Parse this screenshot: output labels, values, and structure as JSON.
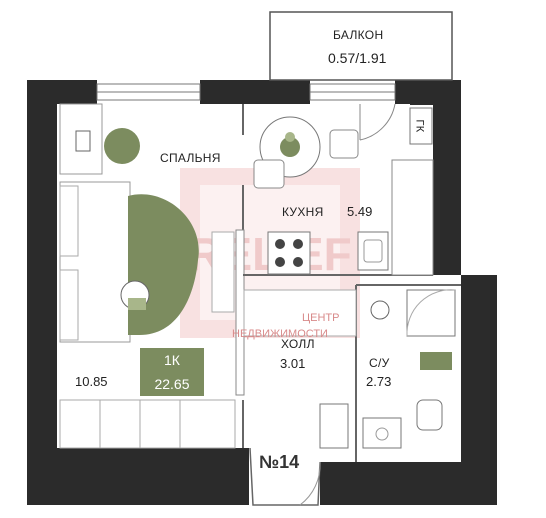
{
  "balcony": {
    "name": "БАЛКОН",
    "area": "0.57/1.91"
  },
  "rooms": {
    "bedroom": {
      "name": "СПАЛЬНЯ",
      "area": "10.85"
    },
    "kitchen": {
      "name": "КУХНЯ",
      "area": "5.49"
    },
    "hall": {
      "name": "ХОЛЛ",
      "area": "3.01"
    },
    "bathroom": {
      "name": "С/У",
      "area": "2.73"
    }
  },
  "fixtures": {
    "gas_boiler": "ГК"
  },
  "apartment": {
    "type": "1К",
    "total_area": "22.65",
    "number": "№14"
  },
  "watermark": {
    "logo": "RELIEF",
    "line1": "ЦЕНТР",
    "line2": "НЕДВИЖИМОСТИ"
  },
  "colors": {
    "wall": "#2b2b2b",
    "accent_green": "#7c8c5f",
    "plant_green": "#a8b68a",
    "watermark": "#e8b4b4"
  }
}
